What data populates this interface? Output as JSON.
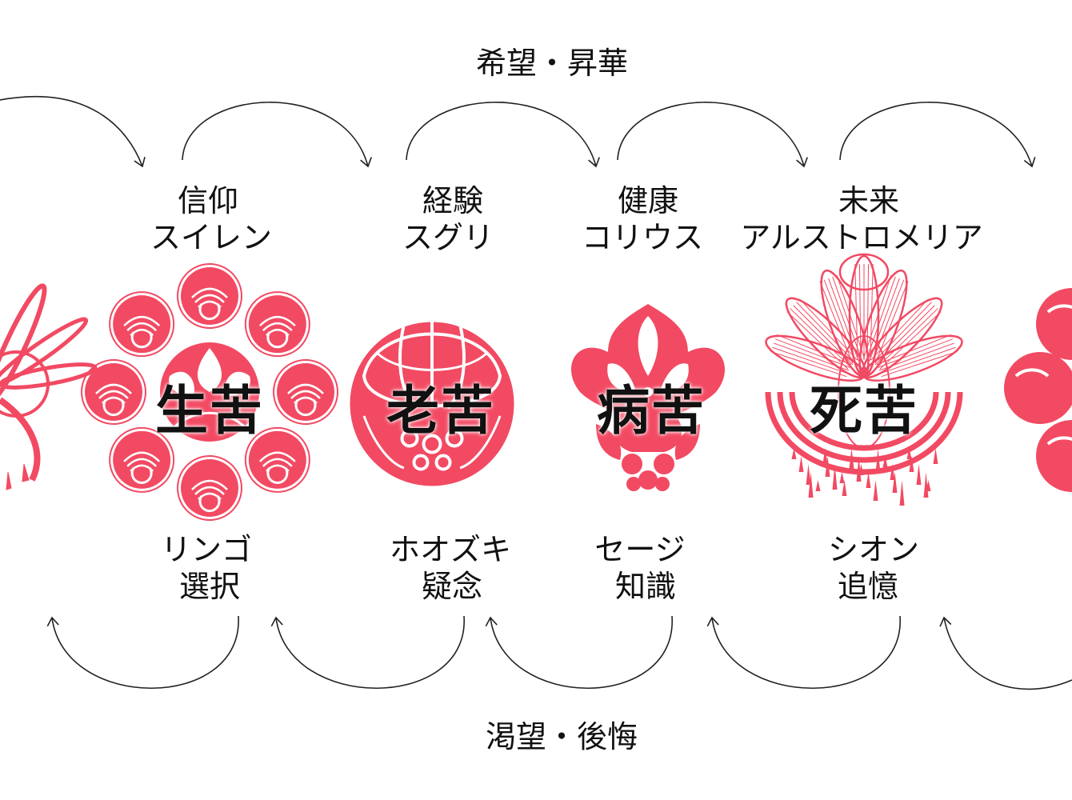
{
  "top_heading": "希望・昇華",
  "bottom_heading": "渇望・後悔",
  "accent_color": "#f24a63",
  "stages": [
    {
      "emblem": "生苦",
      "top_line1": "信仰",
      "top_line2": "スイレン",
      "bottom_line1": "リンゴ",
      "bottom_line2": "選択",
      "icon": "tomoe-ring-crest"
    },
    {
      "emblem": "老苦",
      "top_line1": "経験",
      "top_line2": "スグリ",
      "bottom_line1": "ホオズキ",
      "bottom_line2": "疑念",
      "icon": "lantern-fruit-crest"
    },
    {
      "emblem": "病苦",
      "top_line1": "健康",
      "top_line2": "コリウス",
      "bottom_line1": "セージ",
      "bottom_line2": "知識",
      "icon": "leaf-flower-crest"
    },
    {
      "emblem": "死苦",
      "top_line1": "未来",
      "top_line2": "アルストロメリア",
      "bottom_line1": "シオン",
      "bottom_line2": "追憶",
      "icon": "spider-lily-crest"
    }
  ]
}
